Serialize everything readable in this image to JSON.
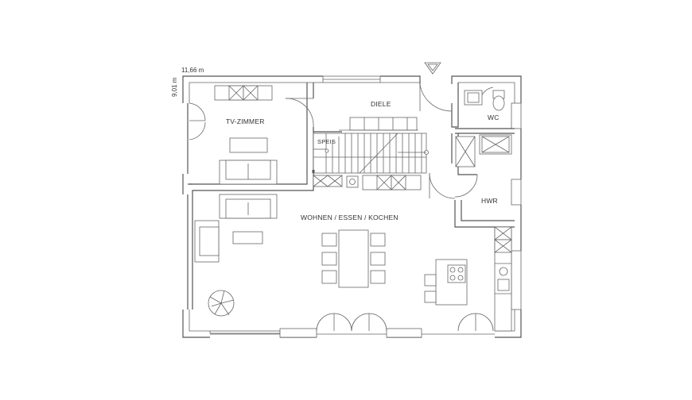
{
  "dimensions": {
    "width_label": "11,66 m",
    "depth_label": "9,01 m"
  },
  "rooms": {
    "tv": "TV-ZIMMER",
    "diele": "DIELE",
    "wc": "WC",
    "speis": "SPEIS",
    "hwr": "HWR",
    "wohnen": "WOHNEN / ESSEN / KOCHEN"
  },
  "colors": {
    "wall": "#555555",
    "line": "#666666",
    "background": "#ffffff"
  }
}
